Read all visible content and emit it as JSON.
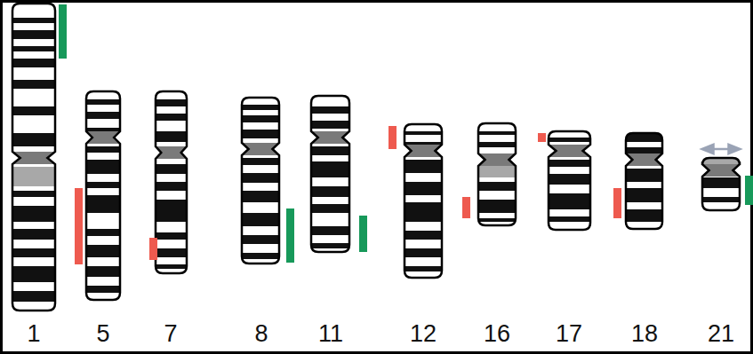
{
  "diagram": {
    "labels": [
      "1",
      "5",
      "7",
      "8",
      "11",
      "12",
      "16",
      "17",
      "18",
      "21"
    ]
  }
}
